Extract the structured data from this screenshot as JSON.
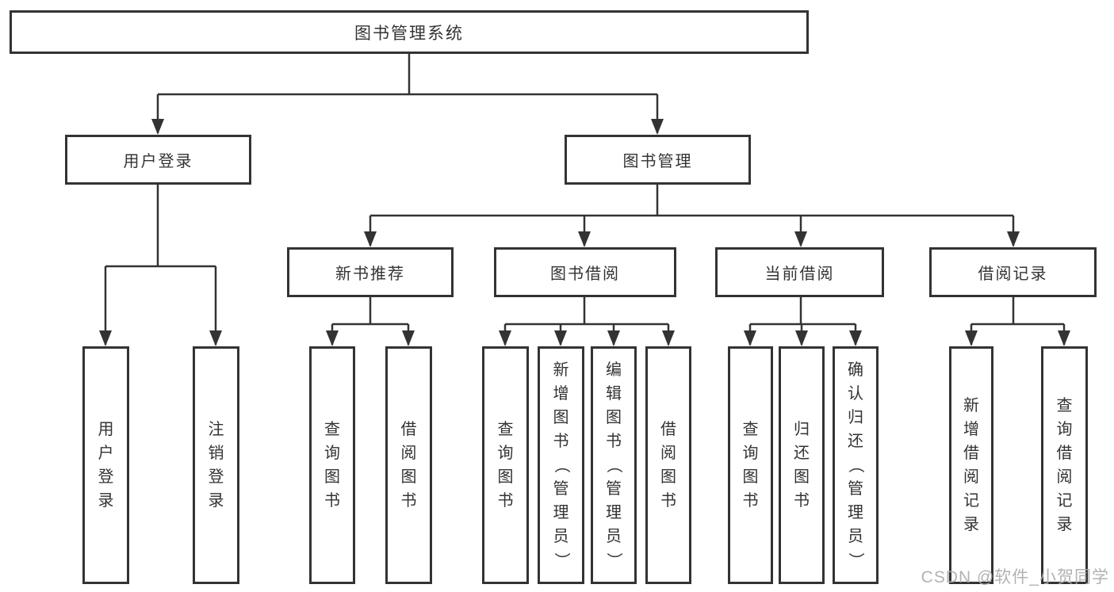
{
  "diagram_title": "图书管理系统",
  "colors": {
    "line": "#333333",
    "box_border": "#333333",
    "text": "#333333",
    "background": "#ffffff",
    "watermark": "#ababab"
  },
  "watermark": {
    "text": "CSDN @软件_小贺同学"
  },
  "nodes": {
    "root": {
      "label": "图书管理系统",
      "children": [
        "login",
        "mgmt"
      ]
    },
    "login": {
      "label": "用户登录",
      "children": [
        "login_user",
        "login_logout"
      ]
    },
    "mgmt": {
      "label": "图书管理",
      "children": [
        "rec",
        "borrow",
        "current",
        "record"
      ]
    },
    "login_user": {
      "label": "用户登录"
    },
    "login_logout": {
      "label": "注销登录"
    },
    "rec": {
      "label": "新书推荐",
      "children": [
        "rec_query",
        "rec_borrow"
      ]
    },
    "borrow": {
      "label": "图书借阅",
      "children": [
        "borrow_query",
        "borrow_add",
        "borrow_edit",
        "borrow_take"
      ]
    },
    "current": {
      "label": "当前借阅",
      "children": [
        "cur_query",
        "cur_return",
        "cur_confirm"
      ]
    },
    "record": {
      "label": "借阅记录",
      "children": [
        "record_add",
        "record_query"
      ]
    },
    "rec_query": {
      "label": "查询图书"
    },
    "rec_borrow": {
      "label": "借阅图书"
    },
    "borrow_query": {
      "label": "查询图书"
    },
    "borrow_add": {
      "label": "新增图书（管理员）"
    },
    "borrow_edit": {
      "label": "编辑图书（管理员）"
    },
    "borrow_take": {
      "label": "借阅图书"
    },
    "cur_query": {
      "label": "查询图书"
    },
    "cur_return": {
      "label": "归还图书"
    },
    "cur_confirm": {
      "label": "确认归还（管理员）"
    },
    "record_add": {
      "label": "新增借阅记录"
    },
    "record_query": {
      "label": "查询借阅记录"
    }
  }
}
